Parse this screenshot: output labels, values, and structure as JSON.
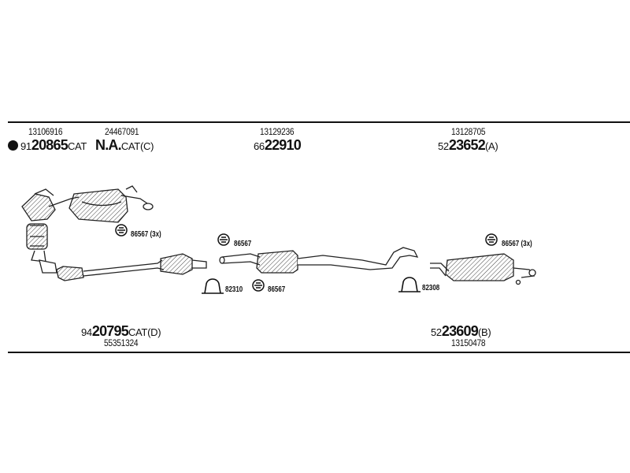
{
  "oe_top": {
    "a": "13106916",
    "b": "24467091",
    "c": "13129236",
    "d": "13128705"
  },
  "parts_top": {
    "p1": {
      "prefix": "91",
      "number": "20865",
      "suffix": "CAT"
    },
    "p2": {
      "prefix": "",
      "number": "N.A.",
      "suffix": "CAT(C)"
    },
    "p3": {
      "prefix": "66",
      "number": "22910",
      "suffix": ""
    },
    "p4": {
      "prefix": "52",
      "number": "23652",
      "suffix": "(A)"
    }
  },
  "parts_bottom": {
    "p5": {
      "prefix": "94",
      "number": "20795",
      "suffix": "CAT(D)"
    },
    "p6": {
      "prefix": "52",
      "number": "23609",
      "suffix": "(B)"
    }
  },
  "oe_bottom": {
    "e": "55351324",
    "f": "13150478"
  },
  "callouts": {
    "c1": "86567 (3x)",
    "c2": "86567",
    "c3": "82310",
    "c4": "86567",
    "c5": "82308",
    "c6": "86567 (3x)"
  }
}
